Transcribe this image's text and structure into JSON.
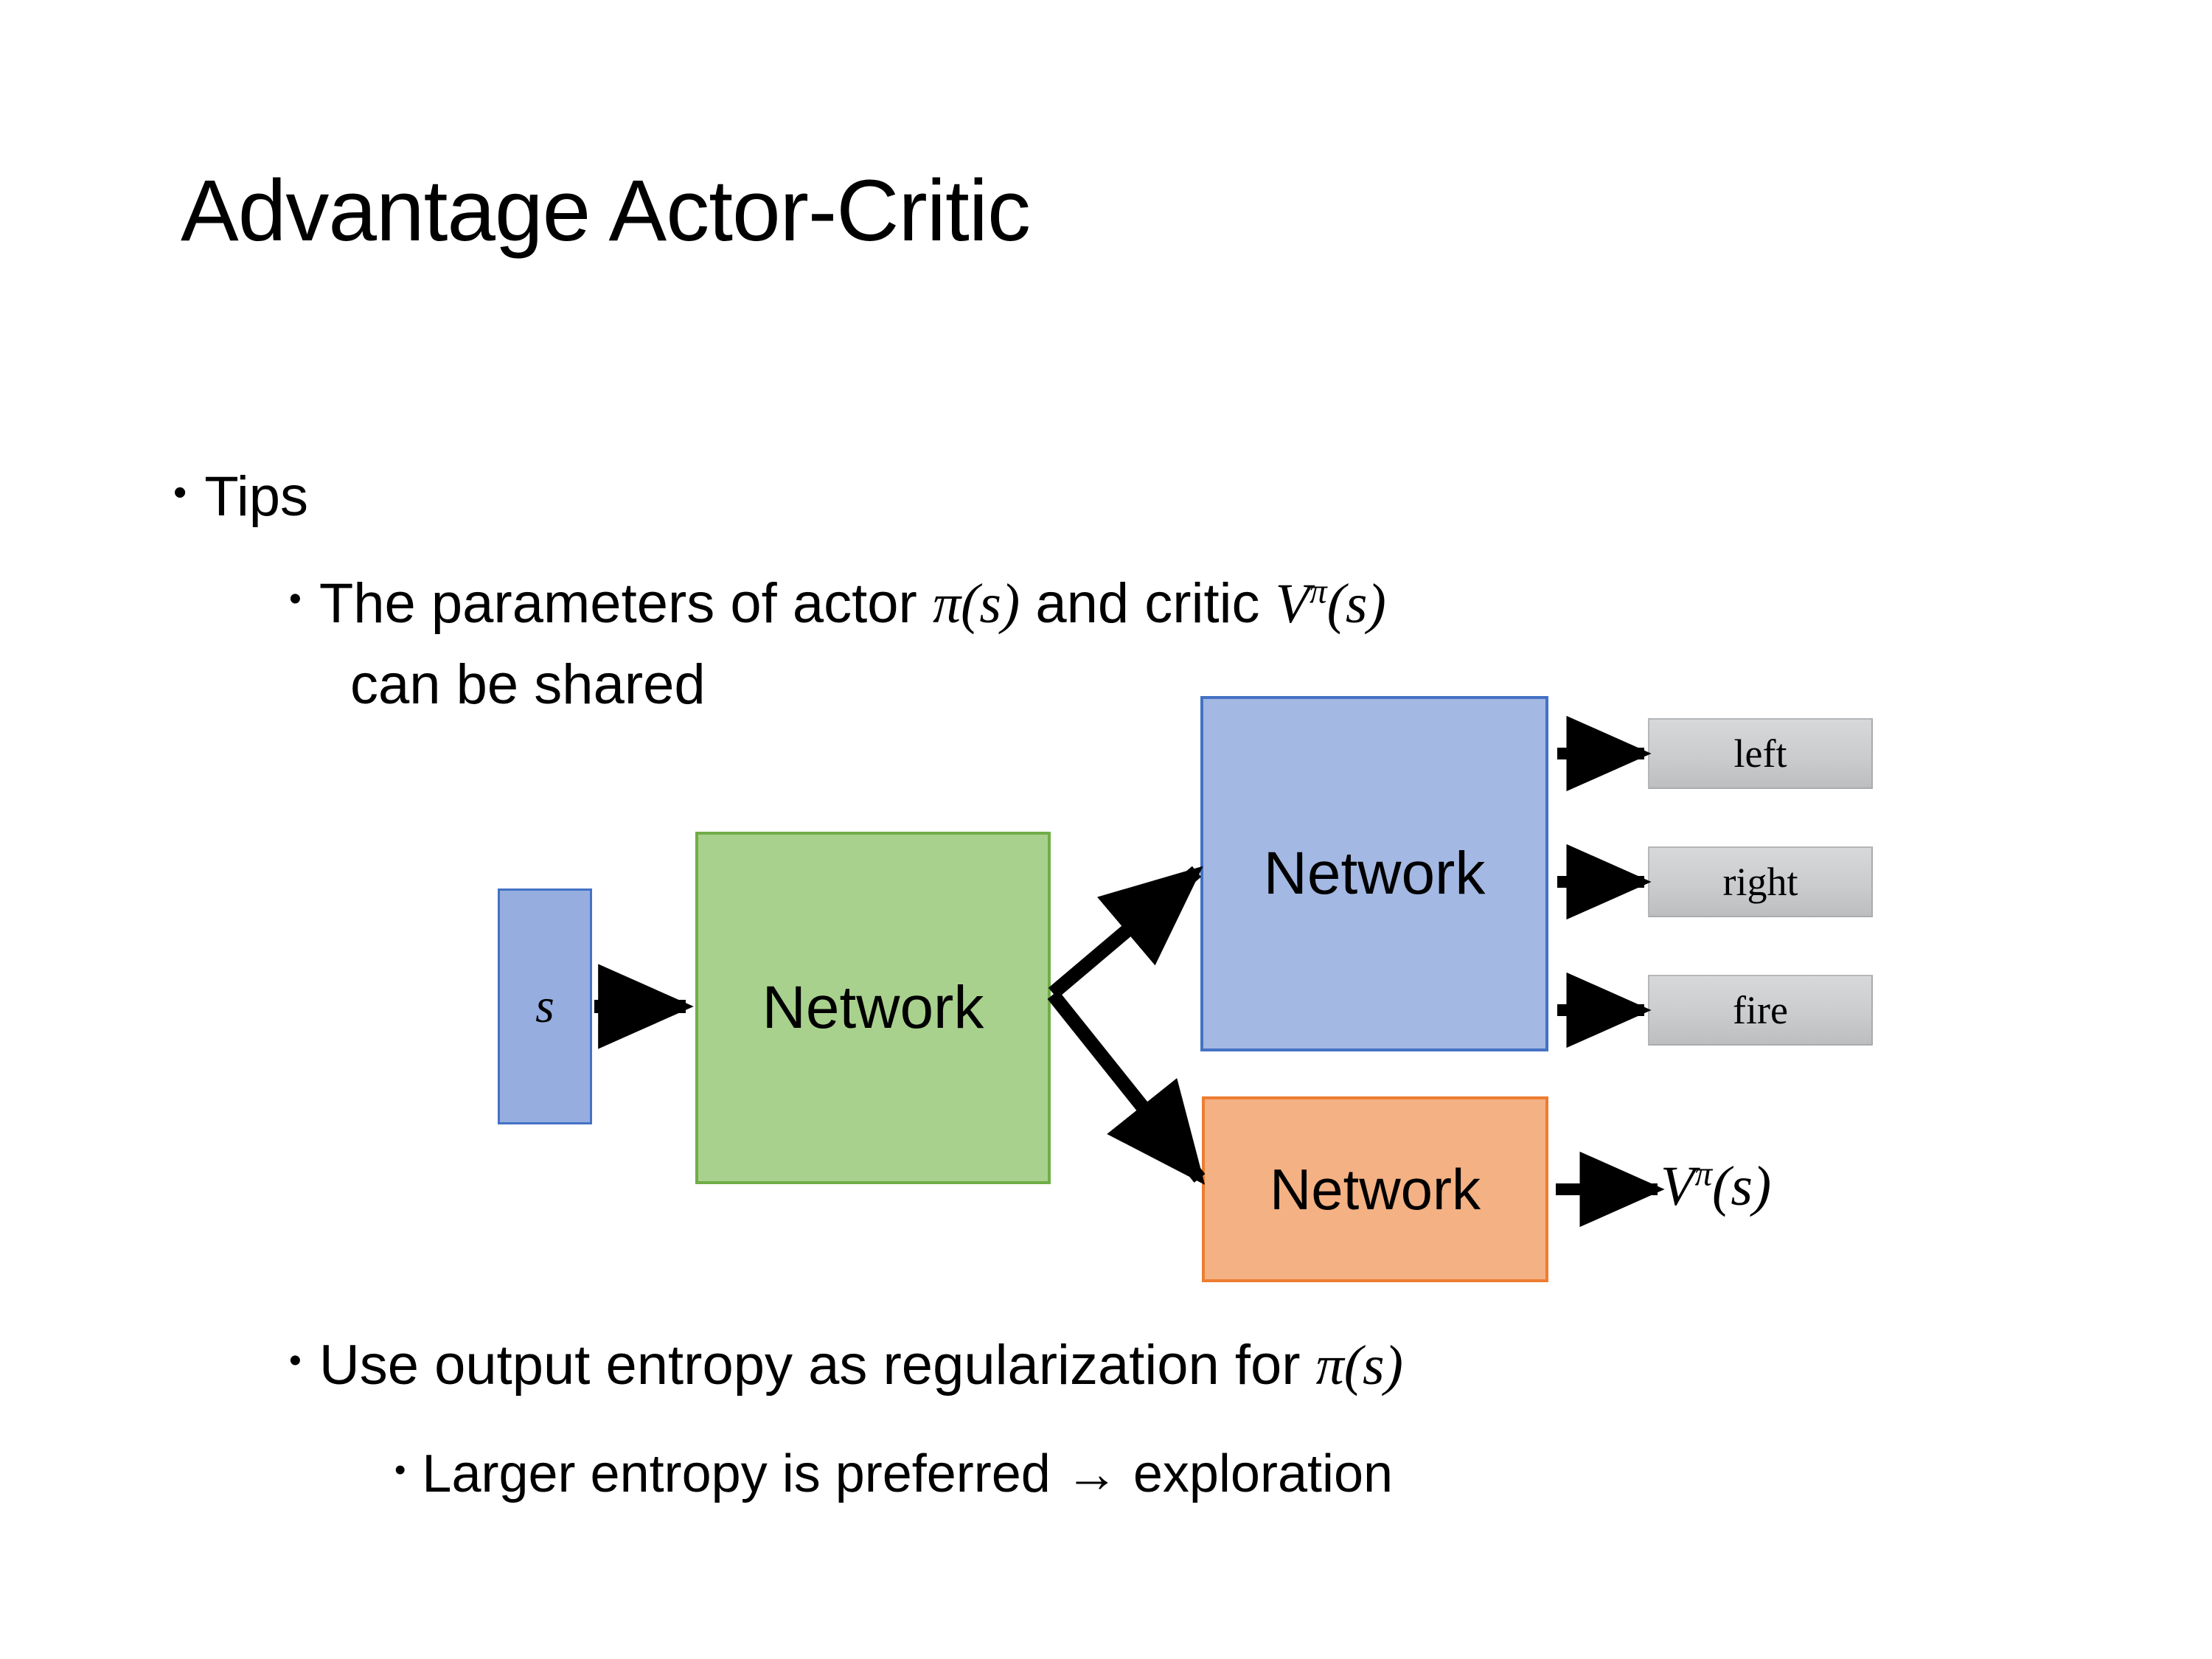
{
  "slide": {
    "title": "Advantage Actor-Critic",
    "background_color": "#FFFFFF"
  },
  "bullets": {
    "tips": {
      "marker": "•",
      "text": "Tips"
    },
    "parameters": {
      "marker": "•",
      "line1_prefix": "The parameters of actor ",
      "math_pi_s": "π(s)",
      "line1_middle": " and critic ",
      "math_v": "V",
      "math_v_superscript": "π",
      "math_v_arg": "(s)",
      "line2": "can be shared"
    },
    "entropy": {
      "marker": "•",
      "text_prefix": "Use output entropy as regularization for ",
      "math_pi_s": "π(s)"
    },
    "larger_entropy": {
      "marker": "•",
      "text": "Larger entropy is preferred → exploration"
    }
  },
  "diagram": {
    "input_box": {
      "label": "s",
      "fill": "#95AEDF",
      "stroke": "#4472C4"
    },
    "shared_network": {
      "label": "Network",
      "fill": "#A9D18E",
      "stroke": "#70AD47"
    },
    "actor_network": {
      "label": "Network",
      "fill": "#A3B8E2",
      "stroke": "#4472C4"
    },
    "critic_network": {
      "label": "Network",
      "fill": "#F4B183",
      "stroke": "#ED7D31"
    },
    "action_outputs": [
      {
        "label": "left"
      },
      {
        "label": "right"
      },
      {
        "label": "fire"
      }
    ],
    "value_output": {
      "math_v": "V",
      "math_v_superscript": "π",
      "math_v_arg": "(s)"
    },
    "arrow_color": "#000000"
  }
}
